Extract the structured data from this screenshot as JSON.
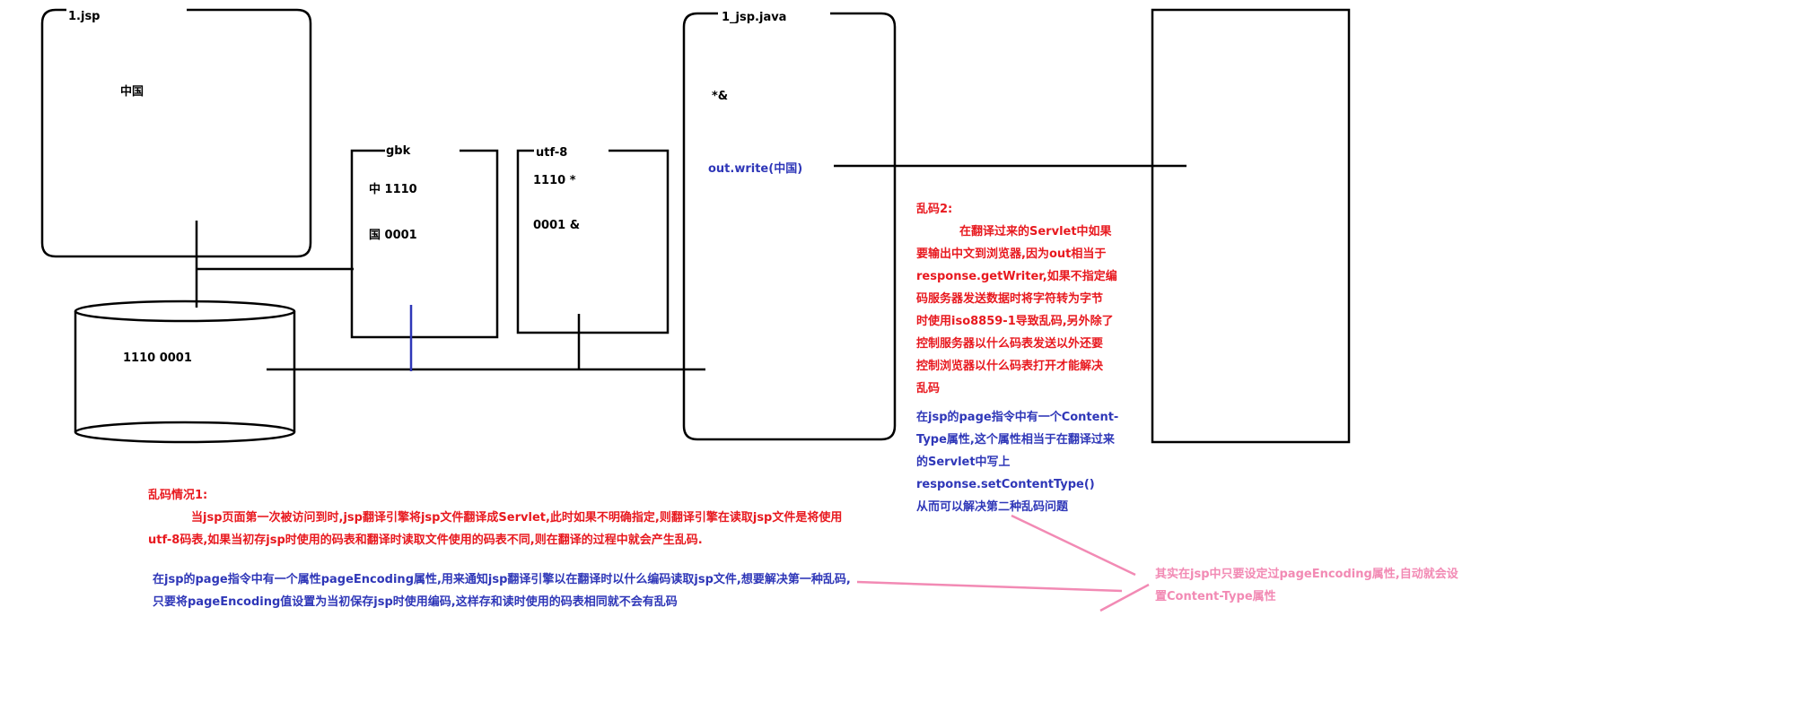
{
  "boxes": {
    "jsp": {
      "title": "1.jsp",
      "content": "中国"
    },
    "gbk": {
      "title": "gbk",
      "line1": "中 1110",
      "line2": "国 0001"
    },
    "utf8": {
      "title": "utf-8",
      "line1": "1110 *",
      "line2": "0001 &"
    },
    "java": {
      "title": "1_jsp.java",
      "line1": "*&",
      "line2": "out.write(中国)"
    },
    "disk": {
      "content": "1110 0001"
    }
  },
  "note1": {
    "title": "乱码情况1:",
    "lines": [
      "当jsp页面第一次被访问到时,jsp翻译引擎将jsp文件翻译成Servlet,此时如果不明确指定,则翻译引擎在读取jsp文件是将使用",
      "utf-8码表,如果当初存jsp时使用的码表和翻译时读取文件使用的码表不同,则在翻译的过程中就会产生乱码."
    ]
  },
  "fix1": {
    "lines": [
      "在jsp的page指令中有一个属性pageEncoding属性,用来通知jsp翻译引擎以在翻译时以什么编码读取jsp文件,想要解决第一种乱码,",
      "只要将pageEncoding值设置为当初保存jsp时使用编码,这样存和读时使用的码表相同就不会有乱码"
    ]
  },
  "note2": {
    "title": "乱码2:",
    "lines": [
      "在翻译过来的Servlet中如果",
      "要输出中文到浏览器,因为out相当于",
      "response.getWriter,如果不指定编",
      "码服务器发送数据时将字符转为字节",
      "时使用iso8859-1导致乱码,另外除了",
      "控制服务器以什么码表发送以外还要",
      "控制浏览器以什么码表打开才能解决",
      "乱码"
    ]
  },
  "fix2": {
    "lines": [
      "在jsp的page指令中有一个Content-",
      "Type属性,这个属性相当于在翻译过来",
      "的Servlet中写上",
      "response.setContentType()",
      "从而可以解决第二种乱码问题"
    ]
  },
  "summary": {
    "lines": [
      "其实在jsp中只要设定过pageEncoding属性,自动就会设",
      "置Content-Type属性"
    ]
  },
  "colors": {
    "red": "#e8191f",
    "blue": "#2f37b8",
    "pink": "#f28ab4",
    "line": "#000000"
  }
}
